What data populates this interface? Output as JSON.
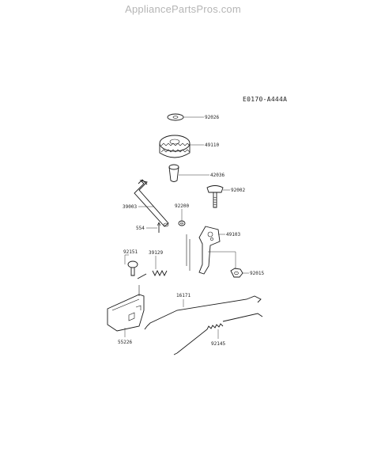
{
  "site": {
    "watermark": "AppliancePartsPros.com"
  },
  "diagram": {
    "code": "E0170-A444A",
    "parts": [
      "92026",
      "49110",
      "42036",
      "92002",
      "39003",
      "92200",
      "554",
      "49103",
      "92151",
      "39129",
      "92015",
      "16171",
      "55226",
      "92145"
    ]
  }
}
